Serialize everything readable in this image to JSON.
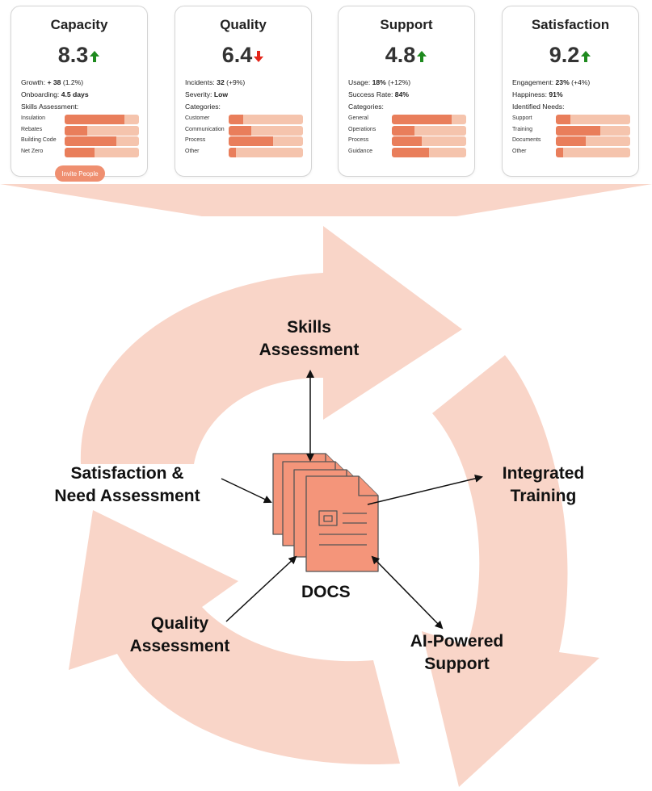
{
  "cards": [
    {
      "title": "Capacity",
      "score": "8.3",
      "trend": "up",
      "metrics": [
        {
          "label": "Growth: ",
          "value": "+ 38",
          "note": " (1.2%)"
        },
        {
          "label": "Onboarding: ",
          "value": "4.5 days",
          "note": ""
        }
      ],
      "section_label": "Skills Assessment:",
      "bars": [
        {
          "label": "Insulation",
          "value": 0.8
        },
        {
          "label": "Rebates",
          "value": 0.3
        },
        {
          "label": "Building Code",
          "value": 0.7
        },
        {
          "label": "Net Zero",
          "value": 0.4
        }
      ],
      "button": "Invite People"
    },
    {
      "title": "Quality",
      "score": "6.4",
      "trend": "down",
      "metrics": [
        {
          "label": "Incidents: ",
          "value": "32",
          "note": " (+9%)"
        },
        {
          "label": "Severity: ",
          "value": "Low",
          "note": ""
        }
      ],
      "section_label": "Categories:",
      "bars": [
        {
          "label": "Customer",
          "value": 0.2
        },
        {
          "label": "Communication",
          "value": 0.3
        },
        {
          "label": "Process",
          "value": 0.6
        },
        {
          "label": "Other",
          "value": 0.1
        }
      ]
    },
    {
      "title": "Support",
      "score": "4.8",
      "trend": "up",
      "metrics": [
        {
          "label": "Usage: ",
          "value": "18%",
          "note": " (+12%)"
        },
        {
          "label": "Success Rate: ",
          "value": "84%",
          "note": ""
        }
      ],
      "section_label": "Categories:",
      "bars": [
        {
          "label": "General",
          "value": 0.8
        },
        {
          "label": "Operations",
          "value": 0.3
        },
        {
          "label": "Process",
          "value": 0.4
        },
        {
          "label": "Guidance",
          "value": 0.5
        }
      ]
    },
    {
      "title": "Satisfaction",
      "score": "9.2",
      "trend": "up",
      "metrics": [
        {
          "label": "Engagement: ",
          "value": "23%",
          "note": " (+4%)"
        },
        {
          "label": "Happiness: ",
          "value": "91%",
          "note": ""
        }
      ],
      "section_label": "Identified Needs:",
      "bars": [
        {
          "label": "Support",
          "value": 0.2
        },
        {
          "label": "Training",
          "value": 0.6
        },
        {
          "label": "Documents",
          "value": 0.4
        },
        {
          "label": "Other",
          "value": 0.1
        }
      ]
    }
  ],
  "cycle": {
    "skills": [
      "Skills",
      "Assessment"
    ],
    "integrated": [
      "Integrated",
      "Training"
    ],
    "ai": [
      "AI-Powered",
      "Support"
    ],
    "quality": [
      "Quality",
      "Assessment"
    ],
    "satisfaction": [
      "Satisfaction &",
      "Need Assessment"
    ],
    "hub": "DOCS"
  },
  "colors": {
    "up": "#1e8a1e",
    "down": "#e3261b",
    "bar_fill": "#e97e5b",
    "bar_track": "#f5c4ad",
    "cycle": "#f9d5c8",
    "docs": "#f4957a"
  }
}
